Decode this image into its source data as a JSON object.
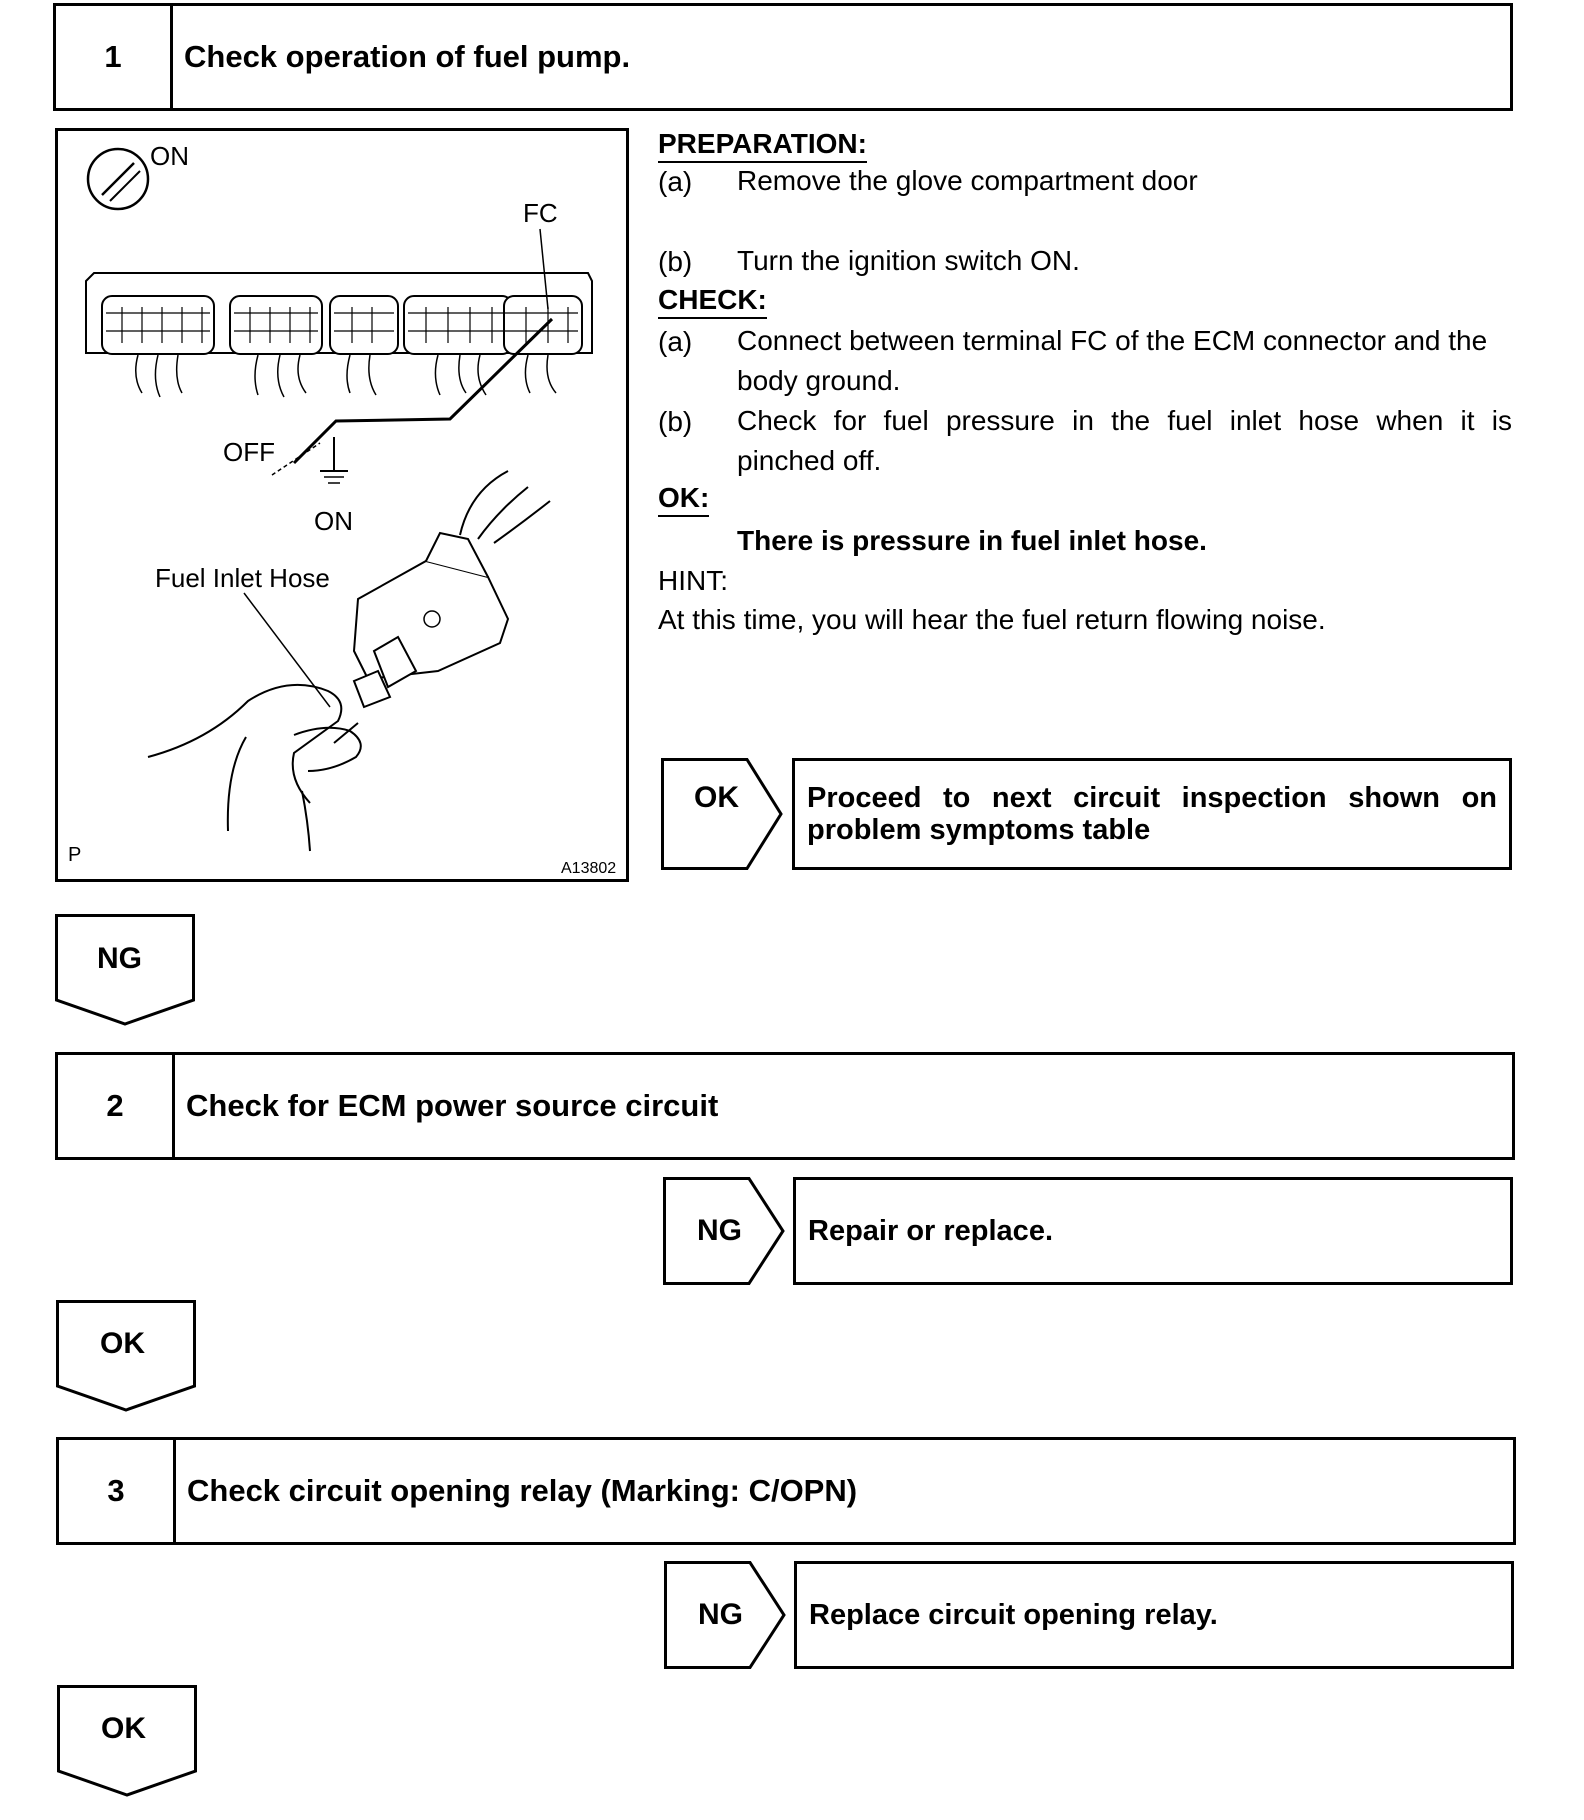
{
  "step1": {
    "number": "1",
    "title": "Check operation of fuel pump.",
    "figure": {
      "label_on_top": "ON",
      "label_fc": "FC",
      "label_off": "OFF",
      "label_on_bottom": "ON",
      "label_hose": "Fuel Inlet Hose",
      "corner_code": "P",
      "figure_id": "A13802"
    },
    "preparation_heading": "PREPARATION:",
    "preparation_items": [
      {
        "letter": "(a)",
        "text": "Remove the glove compartment door"
      },
      {
        "letter": "(b)",
        "text": "Turn the ignition switch ON."
      }
    ],
    "check_heading": "CHECK:",
    "check_items": [
      {
        "letter": "(a)",
        "text": "Connect between terminal FC of the ECM connector and the body ground."
      },
      {
        "letter": "(b)",
        "text": "Check for fuel pressure in the fuel inlet hose when it is pinched off."
      }
    ],
    "ok_heading": "OK:",
    "ok_text": "There is pressure in fuel inlet hose.",
    "hint_heading": "HINT:",
    "hint_text": "At this time, you will hear the fuel return flowing noise.",
    "ok_result_label": "OK",
    "ok_result_text": "Proceed to next circuit inspection shown on problem symptoms table",
    "down_label": "NG"
  },
  "step2": {
    "number": "2",
    "title": "Check for ECM power source circuit",
    "ng_result_label": "NG",
    "ng_result_text": "Repair or replace.",
    "down_label": "OK"
  },
  "step3": {
    "number": "3",
    "title": "Check circuit opening relay (Marking: C/OPN)",
    "ng_result_label": "NG",
    "ng_result_text": "Replace circuit opening relay.",
    "down_label": "OK"
  }
}
